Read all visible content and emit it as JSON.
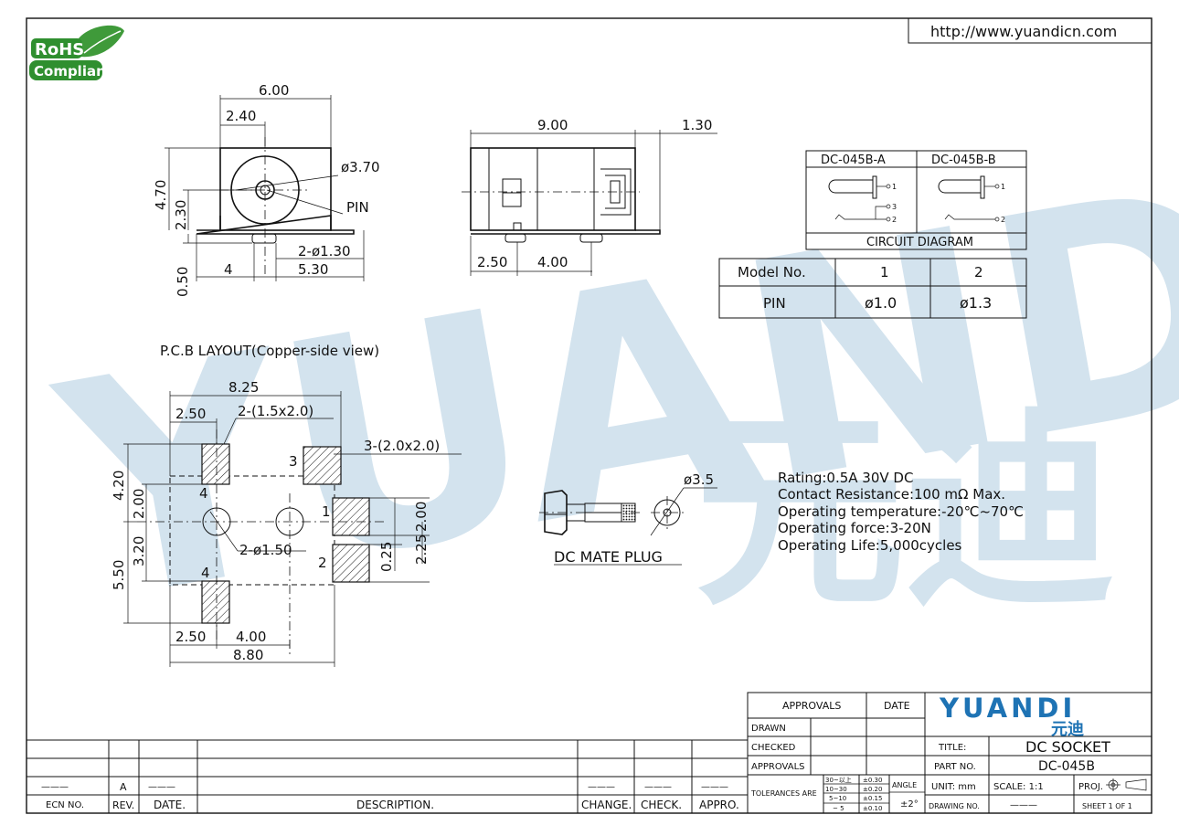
{
  "url": "http://www.yuandicn.com",
  "rohs": {
    "line1": "RoHS",
    "line2": "Compliant"
  },
  "watermark": {
    "latin": "YUANDI",
    "cjk": "元迪"
  },
  "front_view": {
    "dim_width": "6.00",
    "dim_offset": "2.40",
    "dim_height": "4.70",
    "dim_center_height": "2.30",
    "dim_diameter": "ø3.70",
    "pin_label": "PIN",
    "dim_pins": "2-ø1.30",
    "dim_base": "0.50",
    "dim_left": "4",
    "dim_right": "5.30"
  },
  "side_view": {
    "dim_length": "9.00",
    "dim_tab": "1.30",
    "dim_pin_offset": "2.50",
    "dim_pin_pitch": "4.00"
  },
  "circuit": {
    "col_a": "DC-045B-A",
    "col_b": "DC-045B-B",
    "caption": "CIRCUIT  DIAGRAM",
    "pins_a": [
      "1",
      "3",
      "2"
    ],
    "pins_b": [
      "1",
      "2"
    ]
  },
  "model_table": {
    "header": [
      "Model  No.",
      "1",
      "2"
    ],
    "row": [
      "PIN",
      "ø1.0",
      "ø1.3"
    ]
  },
  "pcb": {
    "title": "P.C.B  LAYOUT(Copper-side  view)",
    "dim_top_width": "8.25",
    "dim_top_left": "2.50",
    "dim_pad_small": "2-(1.5x2.0)",
    "dim_pad_large": "3-(2.0x2.0)",
    "dim_left_upper": "4.20",
    "dim_left_inner_upper": "2.00",
    "dim_left_inner_lower": "3.20",
    "dim_left_lower": "5.50",
    "dim_holes": "2-ø1.50",
    "dim_right_a": "2.00",
    "dim_right_b": "2.25",
    "dim_right_c": "0.25",
    "dim_bottom_left": "2.50",
    "dim_bottom_mid": "4.00",
    "dim_bottom_width": "8.80",
    "pad_labels": [
      "3",
      "4",
      "1",
      "2",
      "4"
    ]
  },
  "plug": {
    "caption": "DC  MATE  PLUG",
    "dim": "ø3.5"
  },
  "specs": [
    "Rating:0.5A  30V  DC",
    "Contact  Resistance:100  mΩ  Max.",
    "Operating  temperature:-20℃~70℃",
    "Operating  force:3-20N",
    "Operating  Life:5,000cycles"
  ],
  "title_block": {
    "approvals_header": "APPROVALS",
    "date_header": "DATE",
    "rows": [
      "DRAWN",
      "CHECKED",
      "APPROVALS"
    ],
    "tolerances_label": "TOLERANCES ARE",
    "tol_ranges": [
      "30~以上",
      "10~30",
      "5~10",
      "~ 5"
    ],
    "tol_values": [
      "±0.30",
      "±0.20",
      "±0.15",
      "±0.10"
    ],
    "angle_label": "ANGLE",
    "angle_value": "±2°",
    "logo": "YUANDI",
    "logo_cjk": "元迪",
    "title_label": "TITLE:",
    "title_value": "DC SOCKET",
    "part_label": "PART NO.",
    "part_value": "DC-045B",
    "unit": "UNIT:  mm",
    "scale": "SCALE:   1:1",
    "proj": "PROJ.",
    "drawing_no_label": "DRAWING NO.",
    "drawing_no_value": "———",
    "sheet": "SHEET   1  OF  1"
  },
  "revision_block": {
    "headers": [
      "ECN  NO.",
      "REV.",
      "DATE.",
      "DESCRIPTION.",
      "CHANGE.",
      "CHECK.",
      "APPRO."
    ],
    "rev_value": "A",
    "blank": "———"
  },
  "colors": {
    "watermark": "#cfe0ec",
    "rohs_green": "#2f8f2f",
    "logo_blue": "#1e73b4"
  }
}
